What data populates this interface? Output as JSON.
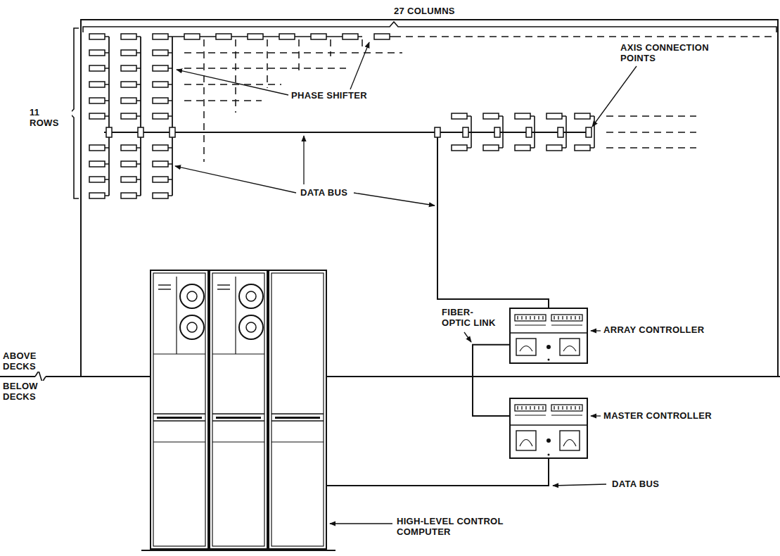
{
  "diagram": {
    "nodes": [
      {
        "text": [
          "ARRAY CONTROLLER"
        ]
      },
      {
        "text": [
          "MASTER CONTROLLER"
        ]
      },
      {
        "text": [
          "HIGH-LEVEL CONTROL COMPUTER"
        ]
      }
    ],
    "edges": [
      {
        "from": 0,
        "to": 1,
        "arrow": "none",
        "label": "FIBER-OPTIC LINK"
      },
      {
        "from": 1,
        "to": 2,
        "arrow": "none",
        "label": "DATA BUS"
      }
    ],
    "labels": [
      "27 COLUMNS",
      "11 ROWS",
      "PHASE SHIFTER",
      "AXIS CONNECTION POINTS",
      "DATA BUS",
      "ABOVE DECKS",
      "BELOW DECKS"
    ]
  }
}
